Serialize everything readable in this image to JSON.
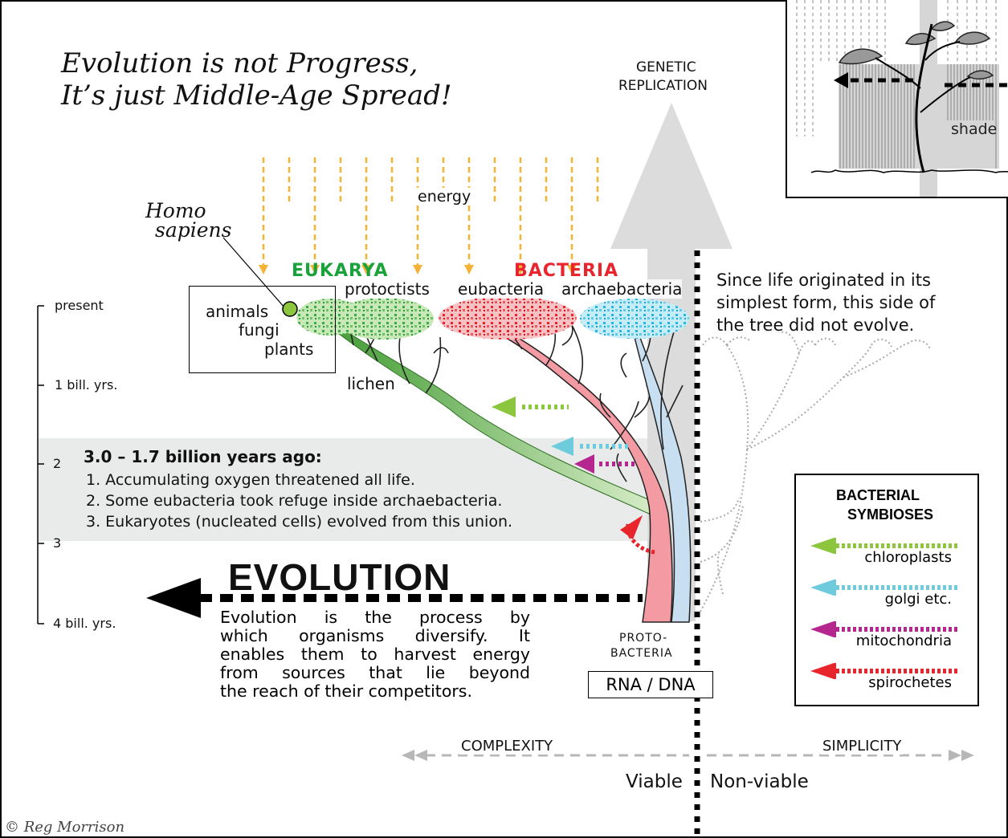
{
  "title": {
    "line1": "Evolution is not Progress,",
    "line2": "It’s just Middle-Age Spread!"
  },
  "inset": {
    "shade_label": "shade"
  },
  "arrow_up": {
    "label_line1": "GENETIC",
    "label_line2": "REPLICATION"
  },
  "energy_label": "energy",
  "domains": {
    "eukarya": "EUKARYA",
    "bacteria": "BACTERIA",
    "eukarya_color": "#1aa33a",
    "bacteria_color": "#e8242c"
  },
  "groups": {
    "protoctists": "protoctists",
    "eubacteria": "eubacteria",
    "archaebacteria": "archaebacteria",
    "animals": "animals",
    "fungi": "fungi",
    "plants": "plants",
    "lichen": "lichen",
    "homo_line1": "Homo",
    "homo_line2": "sapiens"
  },
  "timeline": {
    "labels": [
      "present",
      "1 bill. yrs.",
      "2",
      "3",
      "4 bill. yrs."
    ]
  },
  "note_right": {
    "line1": "Since life originated in its",
    "line2": "simplest form, this side of",
    "line3": "the tree did not evolve."
  },
  "band": {
    "title": "3.0 – 1.7 billion years ago:",
    "items": [
      "1. Accumulating oxygen threatened all life.",
      "2. Some eubacteria took refuge inside archaebacteria.",
      "3. Eukaryotes (nucleated cells) evolved from this union."
    ]
  },
  "evolution": {
    "heading": "EVOLUTION",
    "text_lines": [
      "Evolution is the process by",
      "which organisms diversify. It",
      "enables them to harvest energy",
      "from sources that lie beyond",
      "the reach of their competitors."
    ]
  },
  "root": {
    "proto_line1": "PROTO-",
    "proto_line2": "BACTERIA",
    "rna_dna": "RNA / DNA"
  },
  "legend": {
    "title_line1": "BACTERIAL",
    "title_line2": "SYMBIOSES",
    "items": [
      {
        "label": "chloroplasts",
        "color": "#8cc63f"
      },
      {
        "label": "golgi etc.",
        "color": "#6ecbdc"
      },
      {
        "label": "mitochondria",
        "color": "#b5278f"
      },
      {
        "label": "spirochetes",
        "color": "#e8242c"
      }
    ]
  },
  "axis": {
    "complexity": "COMPLEXITY",
    "simplicity": "SIMPLICITY",
    "viable": "Viable",
    "non_viable": "Non-viable"
  },
  "credit": "© Reg Morrison"
}
